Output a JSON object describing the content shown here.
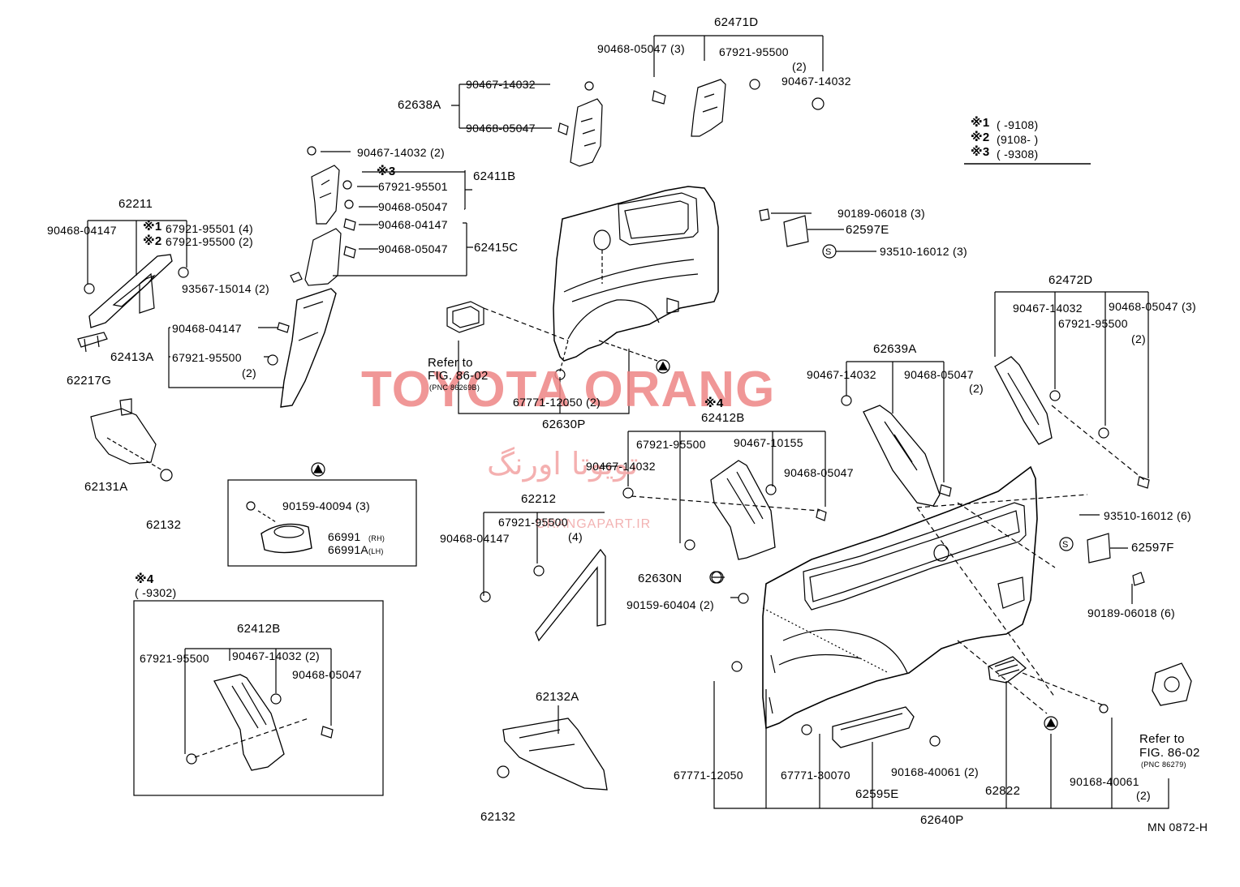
{
  "watermark": {
    "main": "TOYOTA ORANG",
    "farsi": "تویوتا اورنگ",
    "site": "ORANGAPART.IR",
    "color": "#ee8585"
  },
  "legend": {
    "items": [
      {
        "mark": "※1",
        "range": "(        -9108)"
      },
      {
        "mark": "※2",
        "range": "(9108-        )"
      },
      {
        "mark": "※3",
        "range": "(        -9308)"
      }
    ]
  },
  "diagram_code": "MN 0872-H",
  "labels": {
    "g62471D": "62471D",
    "p90468_05047_3_top": "90468-05047 (3)",
    "p67921_95500_top": "67921-95500",
    "p67921_95500_top_qty": "(2)",
    "p90467_14032_top": "90467-14032",
    "p90467_14032_a": "90467-14032",
    "g62638A": "62638A",
    "p90468_05047_a": "90468-05047",
    "p90467_14032_2_b": "90467-14032 (2)",
    "mark3": "※3",
    "p67921_95501_b": "67921-95501",
    "g62411B": "62411B",
    "p90468_05047_b": "90468-05047",
    "p90468_04147_b": "90468-04147",
    "p90468_05047_c": "90468-05047",
    "g62415C": "62415C",
    "p93567_15014": "93567-15014 (2)",
    "g62211": "62211",
    "p90468_04147_left": "90468-04147",
    "mark1": "※1",
    "p67921_95501_4": "67921-95501 (4)",
    "mark2": "※2",
    "p67921_95500_2_left": "67921-95500 (2)",
    "g62217G": "62217G",
    "p90468_04147_d": "90468-04147",
    "g62413A": "62413A",
    "p67921_95500_d": "67921-95500",
    "p67921_95500_d_qty": "(2)",
    "g62131A": "62131A",
    "p62132_a": "62132",
    "p90159_40094": "90159-40094 (3)",
    "p66991_rh": "66991",
    "p66991_rh_tag": "(RH)",
    "p66991_lh": "66991A",
    "p66991_lh_tag": "(LH)",
    "refer_to_1": "Refer to",
    "fig_1": "FIG. 86-02",
    "pnc_1": "(PNC 86269B)",
    "p67771_12050_2": "67771-12050 (2)",
    "g62630P": "62630P",
    "p90189_06018_3": "90189-06018 (3)",
    "g62597E": "62597E",
    "p93510_16012_3": "93510-16012 (3)",
    "g62472D": "62472D",
    "p90467_14032_r": "90467-14032",
    "p90468_05047_3_r": "90468-05047 (3)",
    "p67921_95500_r": "67921-95500",
    "p67921_95500_r_qty": "(2)",
    "g62639A": "62639A",
    "p90467_14032_m": "90467-14032",
    "p90468_05047_m": "90468-05047",
    "p90468_05047_m_qty": "(2)",
    "mark4_a": "※4",
    "g62412B_a": "62412B",
    "p67921_95500_m2": "67921-95500",
    "p90467_10155": "90467-10155",
    "p90467_14032_m2": "90467-14032",
    "p90468_05047_m2": "90468-05047",
    "g62212": "62212",
    "p67921_95500_4": "67921-95500",
    "p67921_95500_4_qty": "(4)",
    "p90468_04147_m": "90468-04147",
    "p62630N": "62630N",
    "p90159_60404": "90159-60404 (2)",
    "p93510_16012_6": "93510-16012 (6)",
    "s_symbol": "S",
    "g62597F": "62597F",
    "p90189_06018_6": "90189-06018 (6)",
    "mark4_b": "※4",
    "range4": "(        -9302)",
    "g62412B_b": "62412B",
    "p67921_95500_box": "67921-95500",
    "p90467_14032_2_box": "90467-14032 (2)",
    "p90468_05047_box": "90468-05047",
    "g62132A": "62132A",
    "p62132_b": "62132",
    "p67771_12050": "67771-12050",
    "p67771_30070": "67771-30070",
    "p90168_40061_2": "90168-40061 (2)",
    "g62595E": "62595E",
    "g62822": "62822",
    "p90168_40061_r": "90168-40061",
    "p90168_40061_r_qty": "(2)",
    "g62640P": "62640P",
    "refer_to_2": "Refer to",
    "fig_2": "FIG. 86-02",
    "pnc_2": "(PNC 86279)"
  }
}
